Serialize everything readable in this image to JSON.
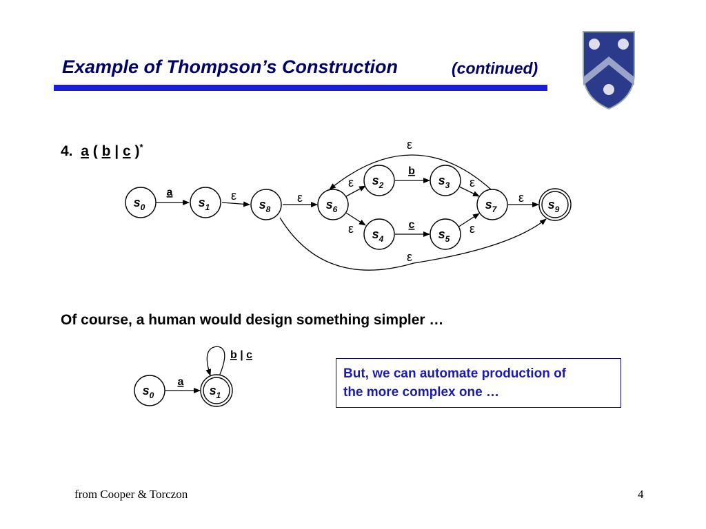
{
  "header": {
    "title": "Example of Thompson’s Construction",
    "subtitle": "(continued)"
  },
  "item": {
    "number": "4.",
    "regex": {
      "a": "a",
      "open": "(",
      "b": "b",
      "bar": "|",
      "c": "c",
      "close": ")",
      "star": "*"
    }
  },
  "nfa": {
    "epsilon": "ε",
    "states": [
      {
        "id": "s0",
        "label": "s",
        "sub": "0"
      },
      {
        "id": "s1",
        "label": "s",
        "sub": "1"
      },
      {
        "id": "s8",
        "label": "s",
        "sub": "8"
      },
      {
        "id": "s6",
        "label": "s",
        "sub": "6"
      },
      {
        "id": "s2",
        "label": "s",
        "sub": "2"
      },
      {
        "id": "s3",
        "label": "s",
        "sub": "3"
      },
      {
        "id": "s4",
        "label": "s",
        "sub": "4"
      },
      {
        "id": "s5",
        "label": "s",
        "sub": "5"
      },
      {
        "id": "s7",
        "label": "s",
        "sub": "7"
      },
      {
        "id": "s9",
        "label": "s",
        "sub": "9",
        "accepting": true
      }
    ],
    "edge_labels": {
      "a": "a",
      "b": "b",
      "c": "c"
    }
  },
  "remark": "Of course, a human would design something simpler …",
  "dfa": {
    "states": [
      {
        "id": "s0",
        "label": "s",
        "sub": "0"
      },
      {
        "id": "s1",
        "label": "s",
        "sub": "1",
        "accepting": true
      }
    ],
    "edge_a": "a",
    "loop_b": "b",
    "loop_bar": "|",
    "loop_c": "c"
  },
  "callout": {
    "line1": "But, we can automate production of",
    "line2": "the more complex one …"
  },
  "footer": {
    "credit": "from Cooper & Torczon",
    "page": "4"
  },
  "colors": {
    "title": "#000066",
    "rule": "#1c1cd9",
    "callout_text": "#1b1bb3",
    "crest": "#2b3a8a"
  }
}
